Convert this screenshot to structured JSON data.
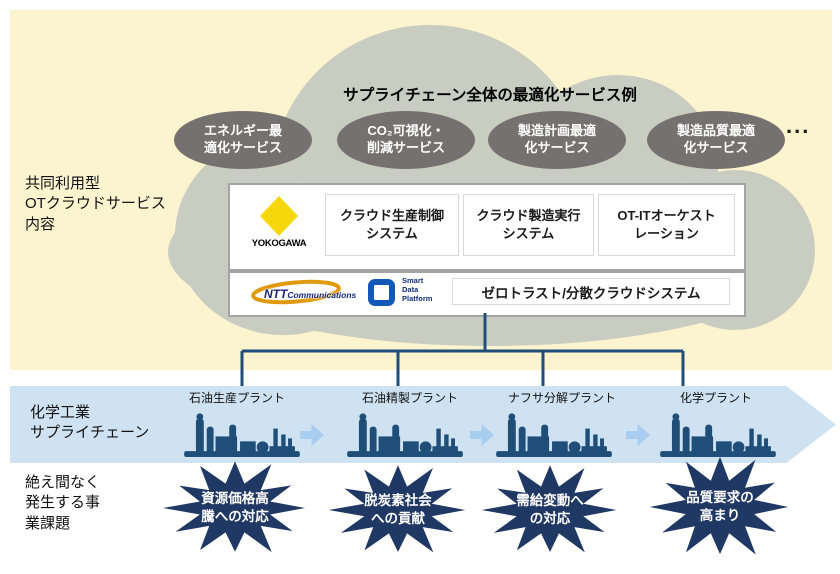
{
  "colors": {
    "cream_bg": "#fcf3cf",
    "cloud_gray": "#c9ccc0",
    "ellipse_gray": "#767171",
    "navy": "#1f4e79",
    "starburst_navy": "#203864",
    "band_blue": "#cfe2f2",
    "arrow_blue": "#a9cdee",
    "yokogawa_yellow": "#f6d70a",
    "sdp_blue": "#1258b8",
    "box_border": "#a3a3a3",
    "inner_border": "#d9d9d9"
  },
  "cloud": {
    "section_label": "共同利用型\nOTクラウドサービス\n内容",
    "title": "サプライチェーン全体の最適化サービス例",
    "services": [
      {
        "label": "エネルギー最\n適化サービス"
      },
      {
        "label": "CO₂可視化・\n削減サービス"
      },
      {
        "label": "製造計画最適\n化サービス"
      },
      {
        "label": "製造品質最適\n化サービス"
      }
    ],
    "more_indicator": "...",
    "yokogawa": {
      "brand": "YOKOGAWA"
    },
    "systems": [
      {
        "label": "クラウド生産制御\nシステム"
      },
      {
        "label": "クラウド製造実行\nシステム"
      },
      {
        "label": "OT-ITオーケスト\nレーション"
      }
    ],
    "ntt": {
      "brand_bold": "NTT",
      "brand_rest": "Communications"
    },
    "sdp": {
      "label": "Smart\nData\nPlatform"
    },
    "platform_box": "ゼロトラスト/分散クラウドシステム"
  },
  "supply_chain": {
    "section_label": "化学工業\nサプライチェーン",
    "plants": [
      {
        "name": "石油生産プラント"
      },
      {
        "name": "石油精製プラント"
      },
      {
        "name": "ナフサ分解プラント"
      },
      {
        "name": "化学プラント"
      }
    ]
  },
  "challenges": {
    "section_label": "絶え間なく\n発生する事\n業課題",
    "items": [
      {
        "label": "資源価格高\n騰への対応"
      },
      {
        "label": "脱炭素社会\nへの貢献"
      },
      {
        "label": "需給変動へ\nの対応"
      },
      {
        "label": "品質要求の\n高まり"
      }
    ]
  }
}
